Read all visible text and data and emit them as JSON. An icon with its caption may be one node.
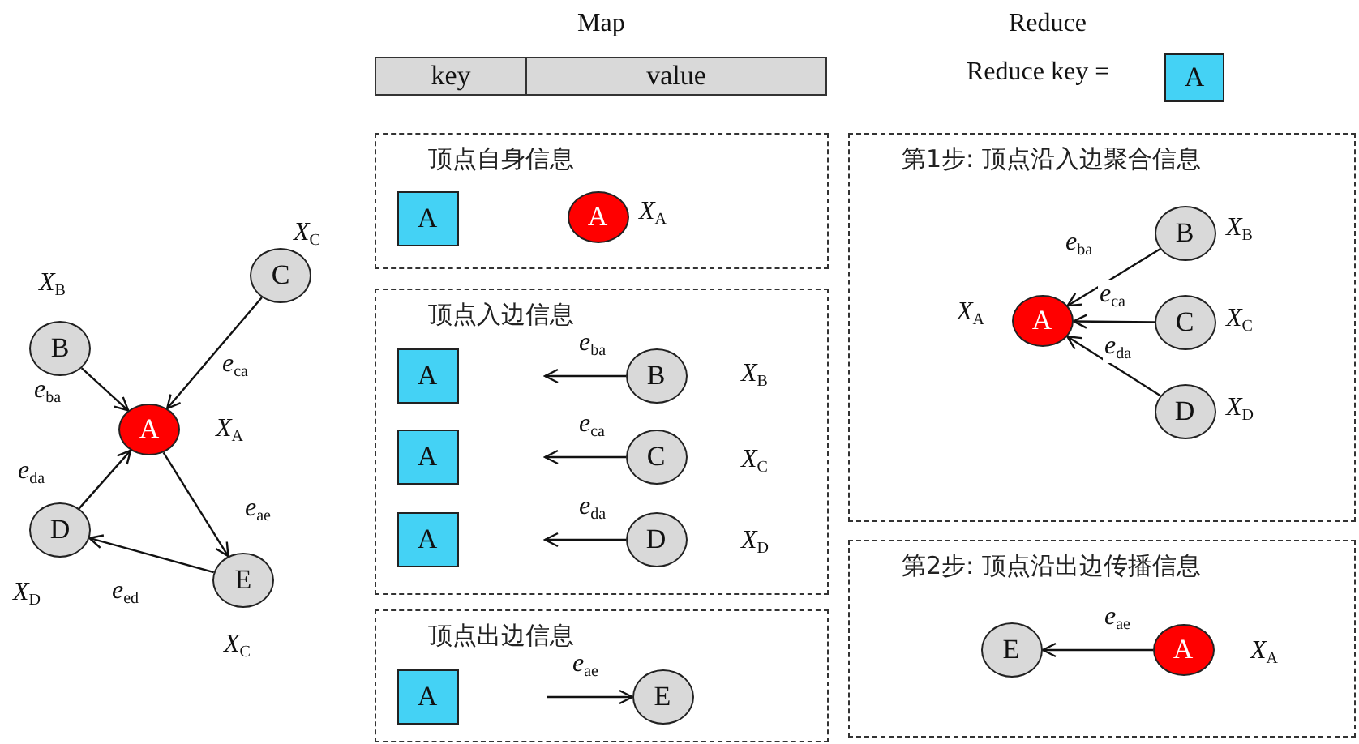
{
  "diagram": {
    "nodes": [
      {
        "text": [
          "C"
        ],
        "beside": [
          "*X*$_{C}$"
        ]
      },
      {
        "text": [
          "B"
        ],
        "beside": [
          "*X*$_{B}$"
        ]
      },
      {
        "text": [
          "A"
        ],
        "beside": [
          "*X*$_{A}$"
        ]
      },
      {
        "text": [
          "D"
        ],
        "beside": [
          "*X*$_{D}$"
        ]
      },
      {
        "text": [
          "E"
        ],
        "beside": [
          "*X*$_{C}$"
        ]
      },
      {
        "text": [
          "key"
        ]
      },
      {
        "text": [
          "value"
        ]
      },
      {
        "text": [
          "A"
        ],
        "beside": [
          "Reduce key ="
        ]
      },
      {
        "text": [
          "顶点自身信息"
        ]
      },
      {
        "text": [
          "A"
        ],
        "in": 8
      },
      {
        "text": [
          "A"
        ],
        "in": 8,
        "beside": [
          "*X*$_{A}$"
        ]
      },
      {
        "text": [
          "顶点入边信息"
        ]
      },
      {
        "text": [
          "A"
        ],
        "in": 11
      },
      {
        "text": [
          "B"
        ],
        "in": 11,
        "beside": [
          "*X*$_{B}$"
        ]
      },
      {
        "text": [
          "A"
        ],
        "in": 11
      },
      {
        "text": [
          "C"
        ],
        "in": 11,
        "beside": [
          "*X*$_{C}$"
        ]
      },
      {
        "text": [
          "A"
        ],
        "in": 11
      },
      {
        "text": [
          "D"
        ],
        "in": 11,
        "beside": [
          "*X*$_{D}$"
        ]
      },
      {
        "text": [
          "顶点出边信息"
        ]
      },
      {
        "text": [
          "A"
        ],
        "in": 18
      },
      {
        "text": [
          "E"
        ],
        "in": 18
      },
      {
        "text": [
          "第1步: 顶点沿入边聚合信息"
        ]
      },
      {
        "text": [
          "A"
        ],
        "in": 21,
        "beside": [
          "*X*$_{A}$"
        ]
      },
      {
        "text": [
          "B"
        ],
        "in": 21,
        "beside": [
          "*X*$_{B}$"
        ]
      },
      {
        "text": [
          "C"
        ],
        "in": 21,
        "beside": [
          "*X*$_{C}$"
        ]
      },
      {
        "text": [
          "D"
        ],
        "in": 21,
        "beside": [
          "*X*$_{D}$"
        ]
      },
      {
        "text": [
          "第2步: 顶点沿出边传播信息"
        ]
      },
      {
        "text": [
          "E"
        ],
        "in": 26
      },
      {
        "text": [
          "A"
        ],
        "in": 26,
        "beside": [
          "*X*$_{A}$"
        ]
      }
    ],
    "edges": [
      {
        "from": 0,
        "to": 2,
        "arrow": "to",
        "label": "*e*$_{ca}$"
      },
      {
        "from": 1,
        "to": 2,
        "arrow": "to",
        "label": "*e*$_{ba}$"
      },
      {
        "from": 3,
        "to": 2,
        "arrow": "to",
        "label": "*e*$_{da}$"
      },
      {
        "from": 2,
        "to": 4,
        "arrow": "to",
        "label": "*e*$_{ae}$"
      },
      {
        "from": 4,
        "to": 3,
        "arrow": "to",
        "label": "*e*$_{ed}$"
      },
      {
        "from": 13,
        "to": null,
        "arrow": "to",
        "label": "*e*$_{ba}$"
      },
      {
        "from": 15,
        "to": null,
        "arrow": "to",
        "label": "*e*$_{ca}$"
      },
      {
        "from": 17,
        "to": null,
        "arrow": "to",
        "label": "*e*$_{da}$"
      },
      {
        "from": null,
        "to": 20,
        "arrow": "to",
        "label": "*e*$_{ae}$"
      },
      {
        "from": 23,
        "to": 22,
        "arrow": "to",
        "label": "*e*$_{ba}$"
      },
      {
        "from": 24,
        "to": 22,
        "arrow": "to",
        "label": "*e*$_{ca}$"
      },
      {
        "from": 25,
        "to": 22,
        "arrow": "to",
        "label": "*e*$_{da}$"
      },
      {
        "from": 28,
        "to": 27,
        "arrow": "to",
        "label": "*e*$_{ae}$"
      }
    ],
    "labels": [
      "Map",
      "Reduce"
    ]
  }
}
